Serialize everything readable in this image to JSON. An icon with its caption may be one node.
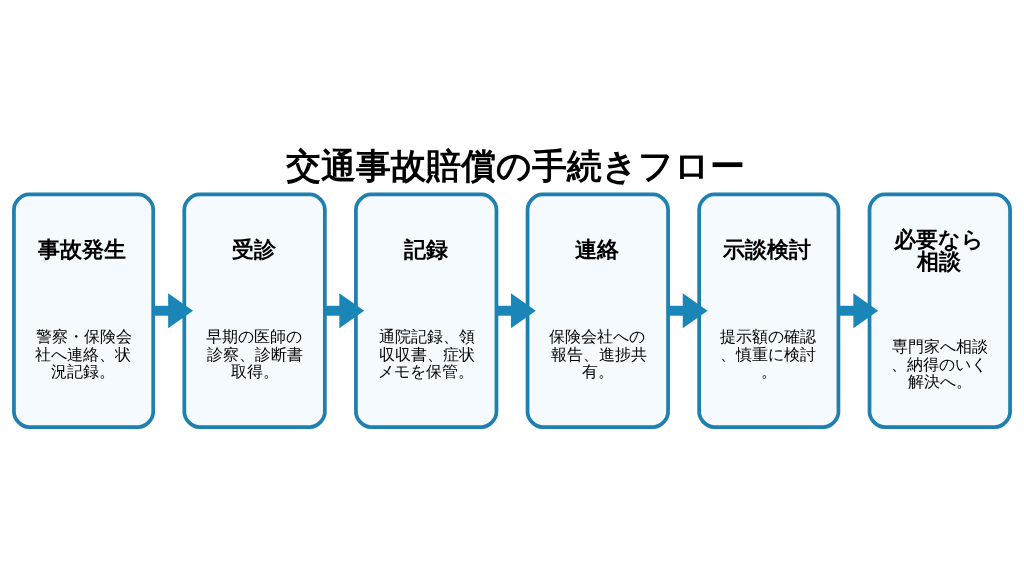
{
  "diagram": {
    "title": "交通事故賠償の手続きフロー",
    "nodes": [
      {
        "text": [
          "事故発生",
          "警察・保険会社へ連絡、状況記録。"
        ]
      },
      {
        "text": [
          "受診",
          "早期の医師の診察、診断書取得。"
        ]
      },
      {
        "text": [
          "記録",
          "通院記録、領収収書、症状メモを保管。"
        ]
      },
      {
        "text": [
          "連絡",
          "保険会社への報告、進捗共有。"
        ]
      },
      {
        "text": [
          "示談検討",
          "提示額の確認、慎重に検討。"
        ]
      },
      {
        "text": [
          "必要なら相談",
          "専門家へ相談、納得のいく解決へ。"
        ]
      }
    ],
    "edges": [
      {
        "from": 0,
        "to": 1,
        "arrow": "to"
      },
      {
        "from": 1,
        "to": 2,
        "arrow": "to"
      },
      {
        "from": 2,
        "to": 3,
        "arrow": "to"
      },
      {
        "from": 3,
        "to": 4,
        "arrow": "to"
      },
      {
        "from": 4,
        "to": 5,
        "arrow": "to"
      }
    ]
  }
}
